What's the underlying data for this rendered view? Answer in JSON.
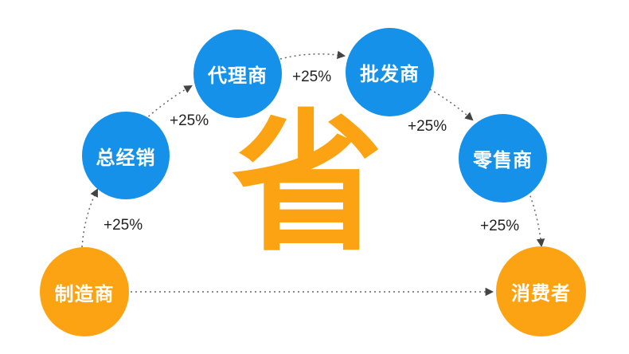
{
  "colors": {
    "blue": "#1591ea",
    "orange": "#fca313",
    "arrow": "#444444"
  },
  "center_char": "省",
  "nodes": {
    "manufacturer": "制造商",
    "general_distributor": "总经销",
    "agent": "代理商",
    "wholesaler": "批发商",
    "retailer": "零售商",
    "consumer": "消费者"
  },
  "markups": {
    "m1": "+25%",
    "m2": "+25%",
    "m3": "+25%",
    "m4": "+25%",
    "m5": "+25%"
  }
}
